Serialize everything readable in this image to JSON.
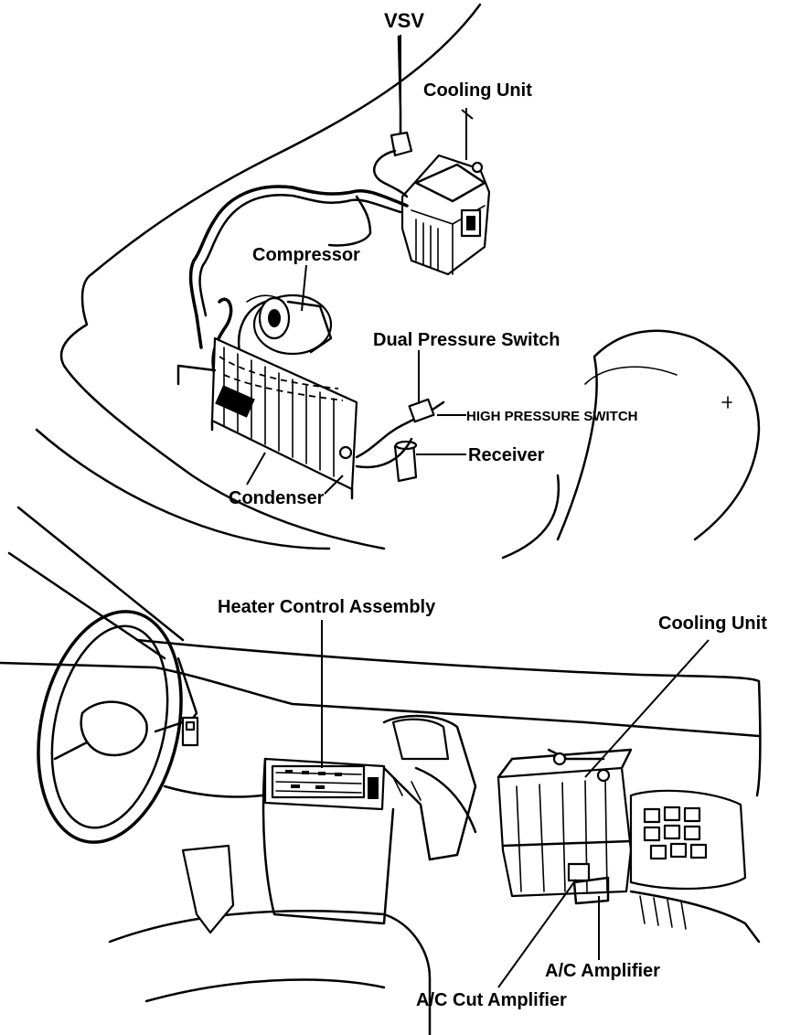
{
  "upper_view": {
    "labels": {
      "vsv": "VSV",
      "cooling_unit": "Cooling Unit",
      "compressor": "Compressor",
      "dual_pressure_switch": "Dual Pressure Switch",
      "high_pressure_switch": "HIGH PRESSURE SWITCH",
      "receiver": "Receiver",
      "condenser": "Condenser"
    }
  },
  "lower_view": {
    "labels": {
      "heater_control_assembly": "Heater Control Assembly",
      "cooling_unit": "Cooling Unit",
      "ac_amplifier": "A/C Amplifier",
      "ac_cut_amplifier": "A/C Cut Amplifier"
    }
  }
}
